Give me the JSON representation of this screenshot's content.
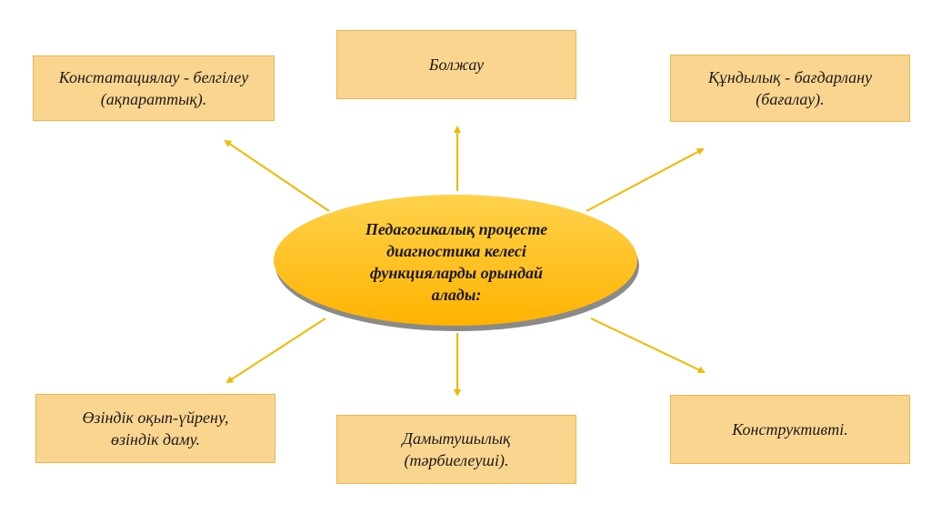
{
  "diagram": {
    "center": {
      "lines": [
        "Педагогикалық процесте",
        "диагностика келесі",
        "функцияларды орындай",
        "алады:"
      ]
    },
    "nodes": {
      "top_left": [
        "Констатациялау - белгілеу",
        "(ақпараттық)."
      ],
      "top_center": [
        "Болжау"
      ],
      "top_right": [
        "Құндылық - бағдарлану",
        "(бағалау)."
      ],
      "bottom_left": [
        "Өзіндік оқып-үйрену,",
        "өзіндік даму."
      ],
      "bottom_center": [
        "Дамытушылық",
        "(тәрбиелеуші)."
      ],
      "bottom_right": [
        "Конструктивті."
      ]
    },
    "colors": {
      "box_fill": "#fad58f",
      "box_border": "#f0b64a",
      "ellipse_fill": "#ffc000",
      "arrow": "#f5b800"
    }
  }
}
